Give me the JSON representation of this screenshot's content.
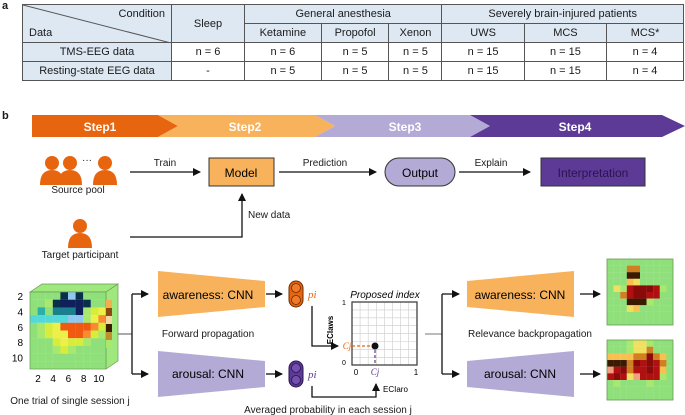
{
  "panel_a": {
    "label": "a",
    "table": {
      "corner_top": "Condition",
      "corner_bottom": "Data",
      "sleep_header": "Sleep",
      "group_headers": [
        "General anesthesia",
        "Severely brain-injured patients"
      ],
      "sub_headers": [
        "Ketamine",
        "Propofol",
        "Xenon",
        "UWS",
        "MCS",
        "MCS*"
      ],
      "rows": [
        {
          "label": "TMS-EEG data",
          "cells": [
            "n = 6",
            "n = 6",
            "n = 5",
            "n = 5",
            "n = 15",
            "n = 15",
            "n = 4"
          ]
        },
        {
          "label": "Resting-state EEG data",
          "cells": [
            "-",
            "n = 5",
            "n = 5",
            "n = 5",
            "n = 15",
            "n = 15",
            "n = 4"
          ]
        }
      ]
    }
  },
  "panel_b": {
    "label": "b",
    "steps": [
      {
        "label": "Step1",
        "color": "#e8650f"
      },
      {
        "label": "Step2",
        "color": "#f7b25b"
      },
      {
        "label": "Step3",
        "color": "#b3aad6"
      },
      {
        "label": "Step4",
        "color": "#5c3a96"
      }
    ],
    "flow": {
      "source_pool": "Source pool",
      "target_participant": "Target participant",
      "train": "Train",
      "model": "Model",
      "prediction": "Prediction",
      "output": "Output",
      "explain": "Explain",
      "interpretation": "Interpretation",
      "new_data": "New data",
      "ellipsis": "···"
    },
    "pipeline": {
      "input_caption": "One trial of single session j",
      "axis_ticks": [
        "2",
        "4",
        "6",
        "8",
        "10"
      ],
      "awareness_cnn": "awareness: CNN",
      "arousal_cnn": "arousal: CNN",
      "forward": "Forward propagation",
      "relevance": "Relevance backpropagation",
      "p_label": "pi",
      "index_title": "Proposed index",
      "eci_aws": "ECIaws",
      "eci_aro": "ECIaro",
      "cj": "Cj",
      "tick_0": "0",
      "tick_1": "1",
      "averaged": "Averaged probability in each session j"
    },
    "colors": {
      "orange": "#e8650f",
      "light_orange": "#f7b25b",
      "lavender": "#b3aad6",
      "purple": "#5c3a96"
    }
  }
}
